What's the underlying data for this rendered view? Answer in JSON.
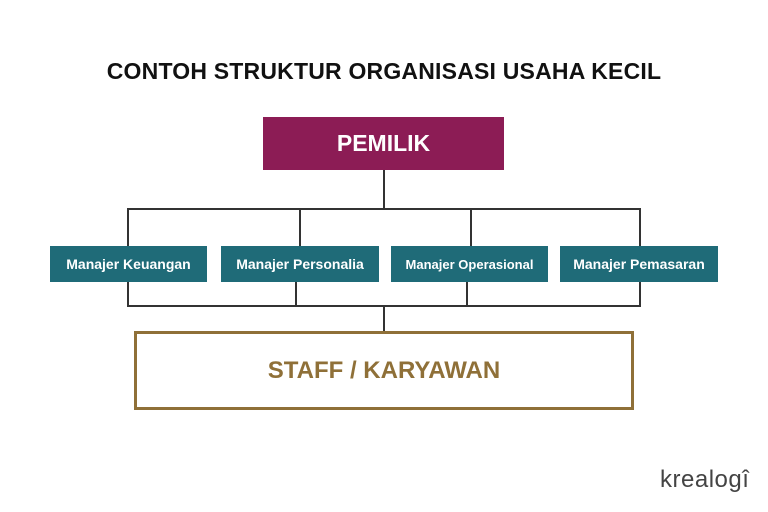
{
  "title": "CONTOH STRUKTUR ORGANISASI USAHA KECIL",
  "owner": "PEMILIK",
  "managers": [
    "Manajer Keuangan",
    "Manajer Personalia",
    "Manajer Operasional",
    "Manajer Pemasaran"
  ],
  "staff": "STAFF / KARYAWAN",
  "logo": "krealogî",
  "colors": {
    "owner": "#8c1c55",
    "manager": "#1f6b78",
    "staff": "#8f7038"
  }
}
